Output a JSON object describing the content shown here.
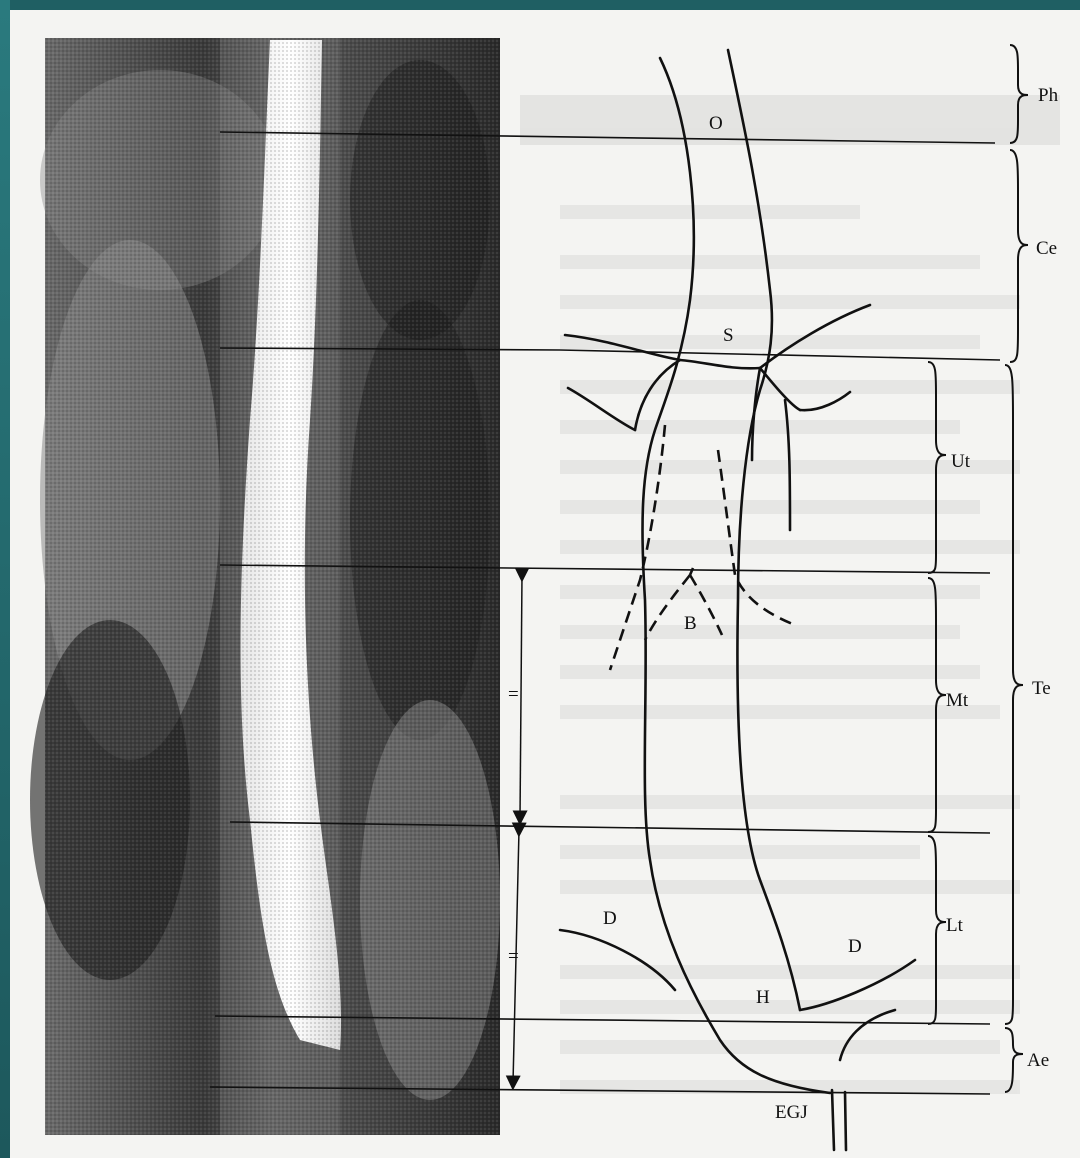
{
  "figure": {
    "labels": {
      "O": "O",
      "S": "S",
      "B": "B",
      "D_left": "D",
      "D_right": "D",
      "H": "H",
      "EGJ": "EGJ"
    },
    "segments": {
      "Ph": "Ph",
      "Ce": "Ce",
      "Ut": "Ut",
      "Mt": "Mt",
      "Te": "Te",
      "Lt": "Lt",
      "Ae": "Ae"
    },
    "equal_marks": [
      "=",
      "="
    ]
  }
}
